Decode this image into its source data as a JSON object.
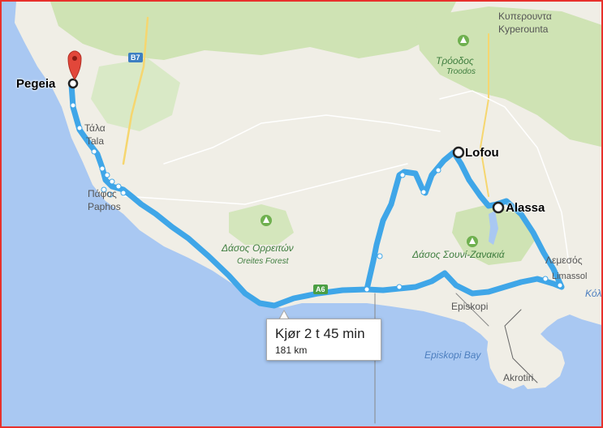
{
  "map": {
    "colors": {
      "sea": "#a9c8f2",
      "land": "#f0eee6",
      "forest": "#cfe3b4",
      "route": "#3fa6e8",
      "road": "#f6d66f",
      "marker": "#e2473a"
    },
    "labels": {
      "kyperounta_gr": "Κυπερουντα",
      "kyperounta_en": "Kyperounta",
      "troodos_gr": "Τρόοδος",
      "troodos_en": "Troodos",
      "pegeia": "Pegeia",
      "tala_gr": "Τάλα",
      "tala_en": "Tala",
      "paphos_gr": "Πάφος",
      "paphos_en": "Paphos",
      "lofou": "Lofou",
      "alassa": "Alassa",
      "orreiton_gr": "Δάσος Ορρειτών",
      "orreiton_en": "Oreites Forest",
      "souni_gr": "Δάσος Σουνί-Ζανακιά",
      "lemesos_gr": "Λεμεσός",
      "limassol_en": "Limassol",
      "kolpos_gr": "Κόλ",
      "episkopi": "Episkopi",
      "episkopi_bay": "Episkopi Bay",
      "akrotiri": "Akrotiri",
      "road_b7": "B7",
      "road_a6": "A6"
    },
    "icons": [
      "destination-marker-icon",
      "waypoint-icon",
      "forest-icon"
    ],
    "route_info": {
      "duration": "Kjør 2 t 45 min",
      "distance": "181 km"
    }
  }
}
